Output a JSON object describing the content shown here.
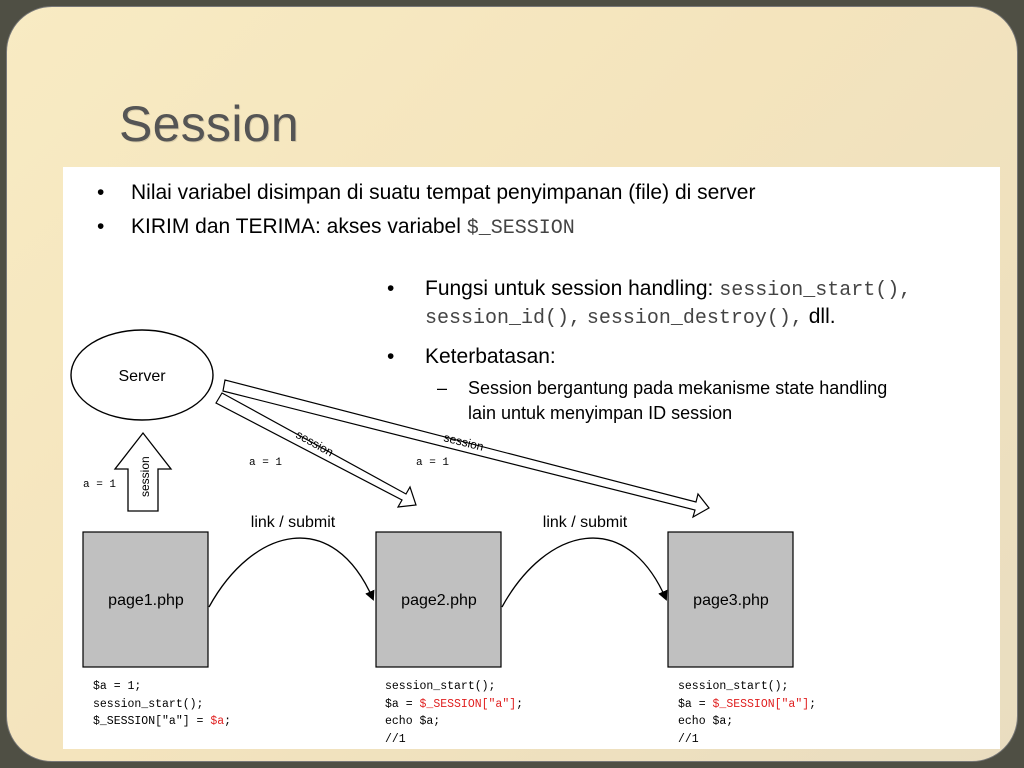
{
  "slide": {
    "title": "Session"
  },
  "bullets": [
    {
      "text": "Nilai variabel disimpan di suatu tempat penyimpanan (file) di server",
      "code": ""
    },
    {
      "text": "KIRIM dan TERIMA: akses variabel ",
      "code": "$_SESSION"
    }
  ],
  "side": {
    "functions_label": "Fungsi untuk session handling: ",
    "fn1": "session_start(),",
    "fn2": "session_id(),",
    "fn3": "session_destroy(),",
    "fn_tail": " dll.",
    "limits_label": "Keterbatasan:",
    "limit_line1": "Session bergantung pada mekanisme state handling",
    "limit_line2": "lain untuk menyimpan ID session"
  },
  "diagram": {
    "server": "Server",
    "up_arrow": "session",
    "arrow1": "session",
    "arrow2": "session",
    "a1_left": "a = 1",
    "a1_mid": "a = 1",
    "a1_right": "a = 1",
    "link1": "link / submit",
    "link2": "link / submit",
    "page1": "page1.php",
    "page2": "page2.php",
    "page3": "page3.php",
    "colors": {
      "box": "#c0c0c0",
      "code_red": "#e02020"
    }
  },
  "code": {
    "page1": {
      "l1": "$a = 1;",
      "l2": "session_start();",
      "l3a": "$_SESSION[\"a\"] = ",
      "l3b": "$a",
      "l3c": ";"
    },
    "page2": {
      "l1": "session_start();",
      "l2a": "$a = ",
      "l2b": "$_SESSION[\"a\"]",
      "l2c": ";",
      "l3": "echo $a;",
      "l4": "//1"
    },
    "page3": {
      "l1": "session_start();",
      "l2a": "$a = ",
      "l2b": "$_SESSION[\"a\"]",
      "l2c": ";",
      "l3": "echo $a;",
      "l4": "//1"
    }
  }
}
